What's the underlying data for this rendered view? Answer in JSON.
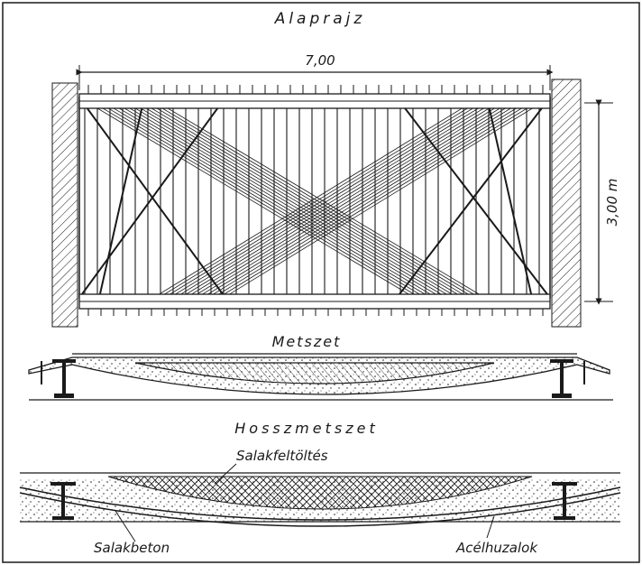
{
  "plan": {
    "title": "Alaprajz",
    "width_label": "7,00",
    "height_label": "3,00 m"
  },
  "section": {
    "title": "Metszet"
  },
  "long_section": {
    "title": "Hosszmetszet",
    "labels": {
      "fill": "Salakfeltöltés",
      "concrete": "Salakbeton",
      "wires": "Acélhuzalok"
    }
  },
  "colors": {
    "ink": "#1a1a1a",
    "paper": "#ffffff"
  }
}
